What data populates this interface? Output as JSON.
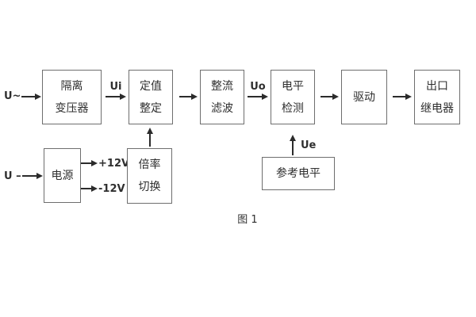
{
  "caption": "图 1",
  "labels": {
    "input_ac": "U~",
    "input_dc": "U –",
    "ui": "Ui",
    "uo": "Uo",
    "ue": "Ue",
    "plus12v": "+12V",
    "minus12v": "-12V"
  },
  "blocks": {
    "isolation": {
      "line1": "隔离",
      "line2": "变压器"
    },
    "setting": {
      "line1": "定值",
      "line2": "整定"
    },
    "rectifier": {
      "line1": "整流",
      "line2": "滤波"
    },
    "level": {
      "line1": "电平",
      "line2": "检测"
    },
    "drive": {
      "label": "驱动"
    },
    "relay": {
      "line1": "出口",
      "line2": "继电器"
    },
    "power": {
      "label": "电源"
    },
    "ratio": {
      "line1": "倍率",
      "line2": "切换"
    },
    "reference": {
      "label": "参考电平"
    }
  },
  "colors": {
    "background": "#ffffff",
    "text": "#2f2f2f",
    "border": "#6e6e6e",
    "arrow": "#2b2b2b"
  }
}
